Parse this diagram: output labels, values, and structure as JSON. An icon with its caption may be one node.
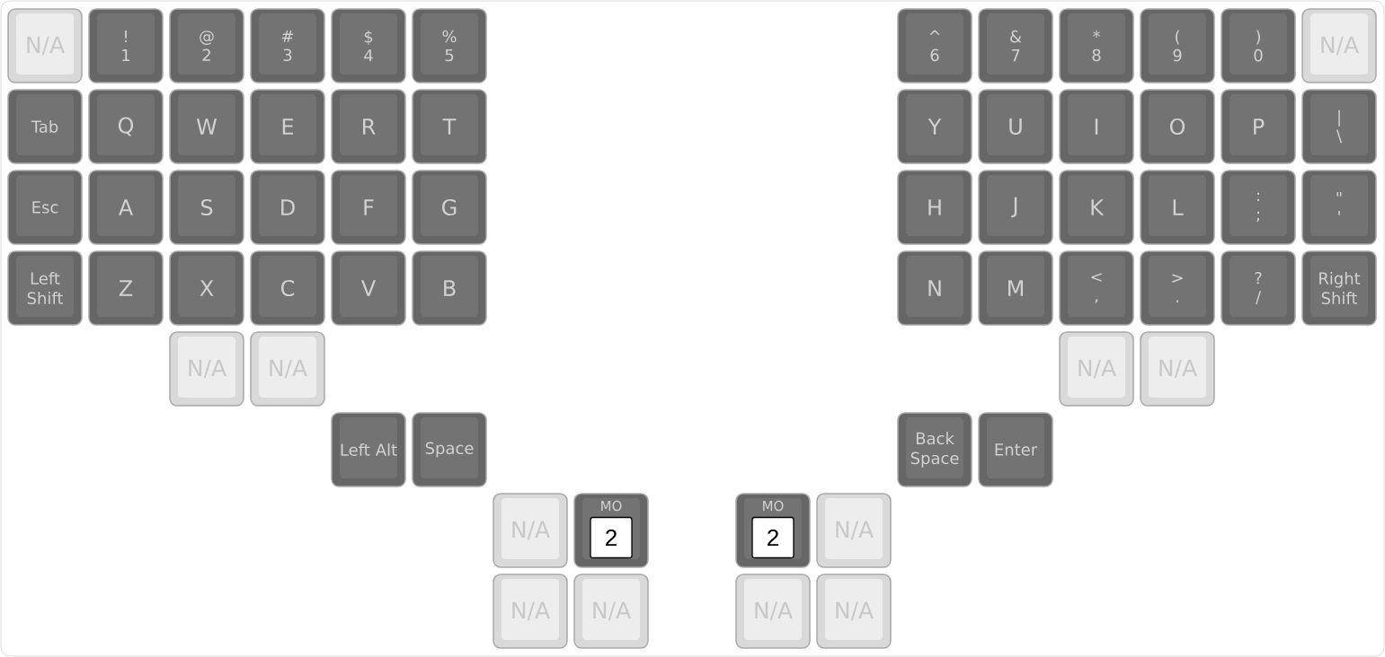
{
  "diagram": {
    "nodes": [
      {
        "text": [
          "N/A"
        ]
      },
      {
        "text": [
          "!",
          "1"
        ]
      },
      {
        "text": [
          "@",
          "2"
        ]
      },
      {
        "text": [
          "#",
          "3"
        ]
      },
      {
        "text": [
          "$",
          "4"
        ]
      },
      {
        "text": [
          "%",
          "5"
        ]
      },
      {
        "text": [
          "^",
          "6"
        ]
      },
      {
        "text": [
          "&",
          "7"
        ]
      },
      {
        "text": [
          "*",
          "8"
        ]
      },
      {
        "text": [
          "(",
          "9"
        ]
      },
      {
        "text": [
          ")",
          "0"
        ]
      },
      {
        "text": [
          "N/A"
        ]
      },
      {
        "text": [
          "Tab"
        ]
      },
      {
        "text": [
          "Q"
        ]
      },
      {
        "text": [
          "W"
        ]
      },
      {
        "text": [
          "E"
        ]
      },
      {
        "text": [
          "R"
        ]
      },
      {
        "text": [
          "T"
        ]
      },
      {
        "text": [
          "Y"
        ]
      },
      {
        "text": [
          "U"
        ]
      },
      {
        "text": [
          "I"
        ]
      },
      {
        "text": [
          "O"
        ]
      },
      {
        "text": [
          "P"
        ]
      },
      {
        "text": [
          "|",
          "\\"
        ]
      },
      {
        "text": [
          "Esc"
        ]
      },
      {
        "text": [
          "A"
        ]
      },
      {
        "text": [
          "S"
        ]
      },
      {
        "text": [
          "D"
        ]
      },
      {
        "text": [
          "F"
        ]
      },
      {
        "text": [
          "G"
        ]
      },
      {
        "text": [
          "H"
        ]
      },
      {
        "text": [
          "J"
        ]
      },
      {
        "text": [
          "K"
        ]
      },
      {
        "text": [
          "L"
        ]
      },
      {
        "text": [
          ":",
          ";"
        ]
      },
      {
        "text": [
          "\"",
          "'"
        ]
      },
      {
        "text": [
          "Left Shift"
        ]
      },
      {
        "text": [
          "Z"
        ]
      },
      {
        "text": [
          "X"
        ]
      },
      {
        "text": [
          "C"
        ]
      },
      {
        "text": [
          "V"
        ]
      },
      {
        "text": [
          "B"
        ]
      },
      {
        "text": [
          "N"
        ]
      },
      {
        "text": [
          "M"
        ]
      },
      {
        "text": [
          "<",
          ","
        ]
      },
      {
        "text": [
          ">",
          "."
        ]
      },
      {
        "text": [
          "?",
          "/"
        ]
      },
      {
        "text": [
          "Right Shift"
        ]
      },
      {
        "text": [
          "N/A"
        ]
      },
      {
        "text": [
          "N/A"
        ]
      },
      {
        "text": [
          "N/A"
        ]
      },
      {
        "text": [
          "N/A"
        ]
      },
      {
        "text": [
          "Left Alt"
        ]
      },
      {
        "text": [
          "Space"
        ]
      },
      {
        "text": [
          "Back Space"
        ]
      },
      {
        "text": [
          "Enter"
        ]
      },
      {
        "text": [
          "N/A"
        ]
      },
      {
        "text": [
          "MO"
        ]
      },
      {
        "text": [
          "2"
        ],
        "in": 57
      },
      {
        "text": [
          "MO"
        ]
      },
      {
        "text": [
          "2"
        ],
        "in": 59
      },
      {
        "text": [
          "N/A"
        ]
      },
      {
        "text": [
          "N/A"
        ]
      },
      {
        "text": [
          "N/A"
        ]
      },
      {
        "text": [
          "N/A"
        ]
      },
      {
        "text": [
          "N/A"
        ]
      }
    ]
  }
}
